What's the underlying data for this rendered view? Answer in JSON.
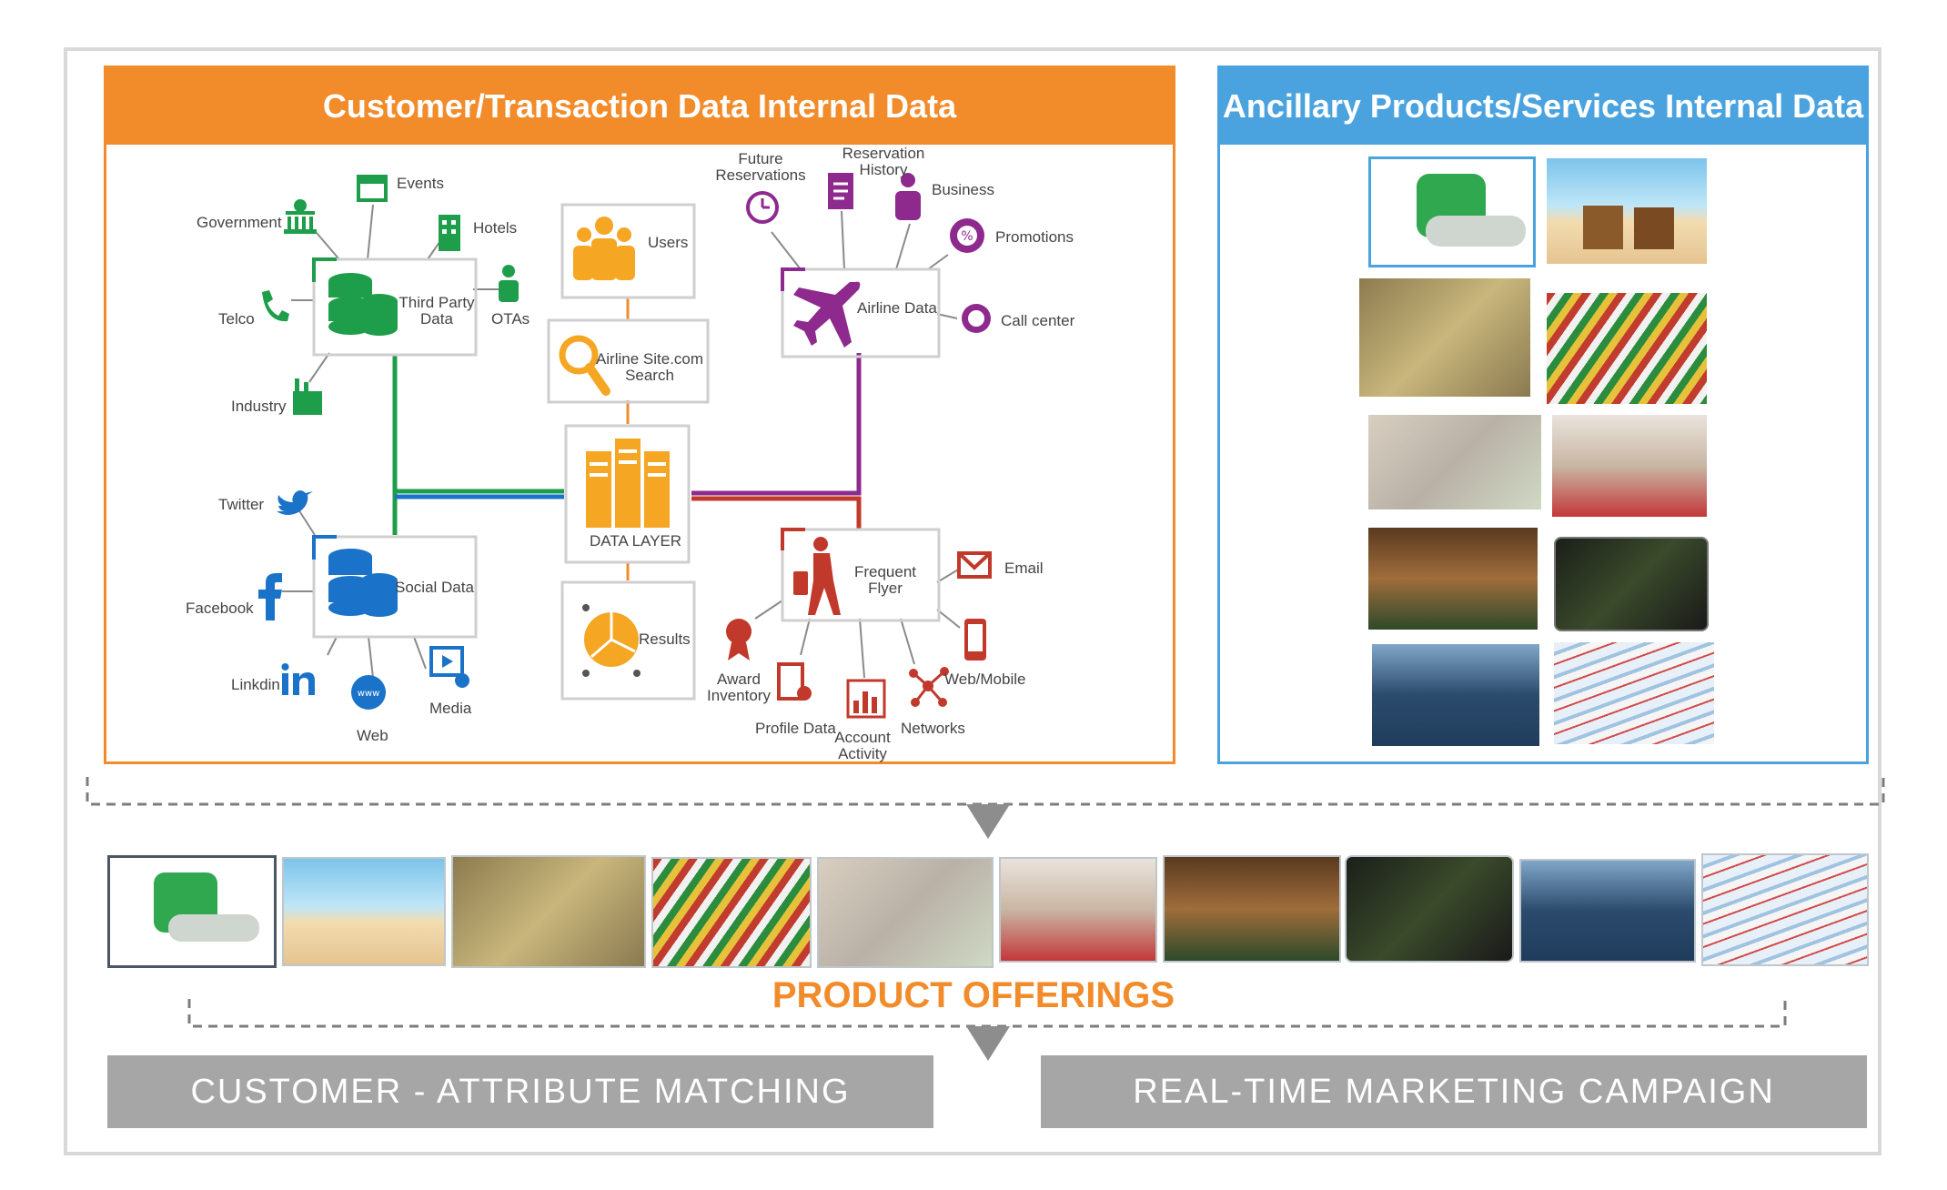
{
  "panels": {
    "left_title": "Customer/Transaction Data Internal Data",
    "right_title": "Ancillary Products/Services Internal Data"
  },
  "third_party": {
    "hub": "Third Party Data",
    "sources": [
      "Events",
      "Government",
      "Hotels",
      "Telco",
      "OTAs",
      "Industry"
    ]
  },
  "social": {
    "hub": "Social Data",
    "sources": [
      "Twitter",
      "Facebook",
      "Linkdin",
      "Web",
      "Media"
    ]
  },
  "center": {
    "users": "Users",
    "search": "Airline Site.com Search",
    "data_layer": "DATA LAYER",
    "results": "Results"
  },
  "airline": {
    "hub": "Airline Data",
    "sources": [
      "Future Reservations",
      "Reservation History",
      "Business",
      "Promotions",
      "Call center"
    ]
  },
  "frequent_flyer": {
    "hub": "Frequent Flyer",
    "sources": [
      "Email",
      "Award Inventory",
      "Profile Data",
      "Account Activity",
      "Networks",
      "Web/Mobile"
    ]
  },
  "offerings": {
    "label": "PRODUCT OFFERINGS"
  },
  "bottom": {
    "left": "CUSTOMER - ATTRIBUTE MATCHING",
    "right": "REAL-TIME MARKETING CAMPAIGN"
  },
  "colors": {
    "orange": "#f28b2a",
    "blue": "#4aa3df",
    "green": "#1e9e4a",
    "purple": "#8e2a8e",
    "red": "#c0392b",
    "gray": "#a6a6a6"
  }
}
